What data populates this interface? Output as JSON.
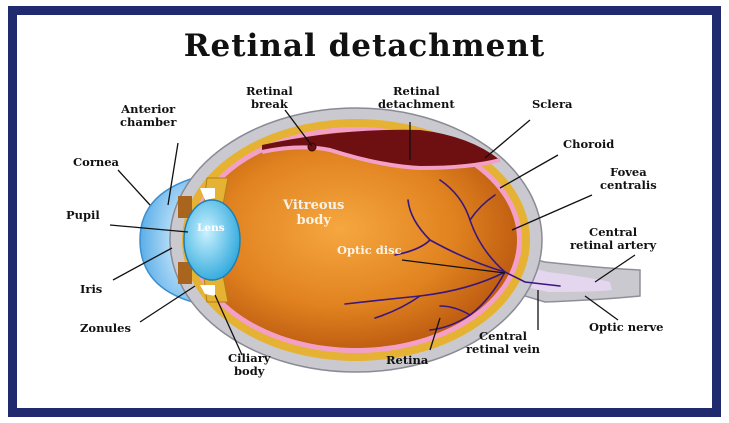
{
  "title": "Retinal detachment",
  "labels": {
    "anterior_chamber": "Anterior\nchamber",
    "cornea": "Cornea",
    "pupil": "Pupil",
    "iris": "Iris",
    "zonules": "Zonules",
    "ciliary_body": "Ciliary\nbody",
    "lens": "Lens",
    "retinal_break": "Retinal\nbreak",
    "retinal_detachment": "Retinal\ndetachment",
    "sclera": "Sclera",
    "choroid": "Choroid",
    "vitreous_body": "Vitreous\nbody",
    "fovea_centralis": "Fovea\ncentralis",
    "optic_disc": "Optic disc",
    "central_retinal_artery": "Central\nretinal artery",
    "optic_nerve": "Optic nerve",
    "central_retinal_vein": "Central\nretinal vein",
    "retina": "Retina"
  },
  "colors": {
    "frame": "#1f2b6e",
    "sclera": "#c9c9cf",
    "choroid": "#e6b233",
    "retina": "#f3a0c8",
    "vitreous": "#d9731c",
    "detachment": "#6e0f12",
    "cornea": "#7fc0ef",
    "lens": "#56c8ec",
    "vessels": "#3a1680"
  }
}
